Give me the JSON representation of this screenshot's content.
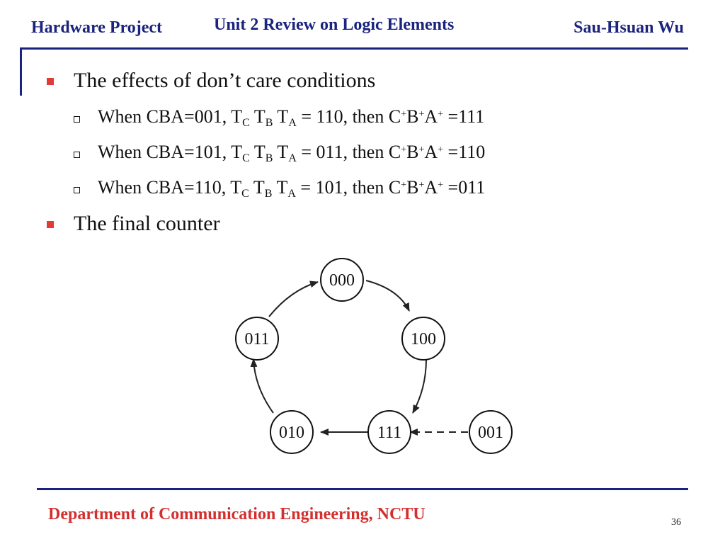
{
  "header": {
    "left": "Hardware Project",
    "center": "Unit 2 Review on Logic Elements",
    "right": "Sau-Hsuan Wu"
  },
  "bullets": [
    {
      "text": "The effects of don’t care conditions",
      "subs": [
        {
          "prefix": "When CBA=001, T",
          "mid": " = 110, then C",
          "suffix": " =111"
        },
        {
          "prefix": "When CBA=101, T",
          "mid": " = 011, then C",
          "suffix": " =110"
        },
        {
          "prefix": "When CBA=110, T",
          "mid": " = 101, then C",
          "suffix": " =011"
        }
      ]
    },
    {
      "text": "The final counter"
    }
  ],
  "symbols": {
    "sub_c": "C",
    "sub_b": "B",
    "sub_a": "A",
    "t": "T",
    "b": "B",
    "a": "A",
    "plus": "+"
  },
  "diagram": {
    "states": [
      "000",
      "100",
      "111",
      "010",
      "011",
      "001"
    ]
  },
  "footer": {
    "department": "Department of Communication Engineering, NCTU",
    "page": "36"
  }
}
